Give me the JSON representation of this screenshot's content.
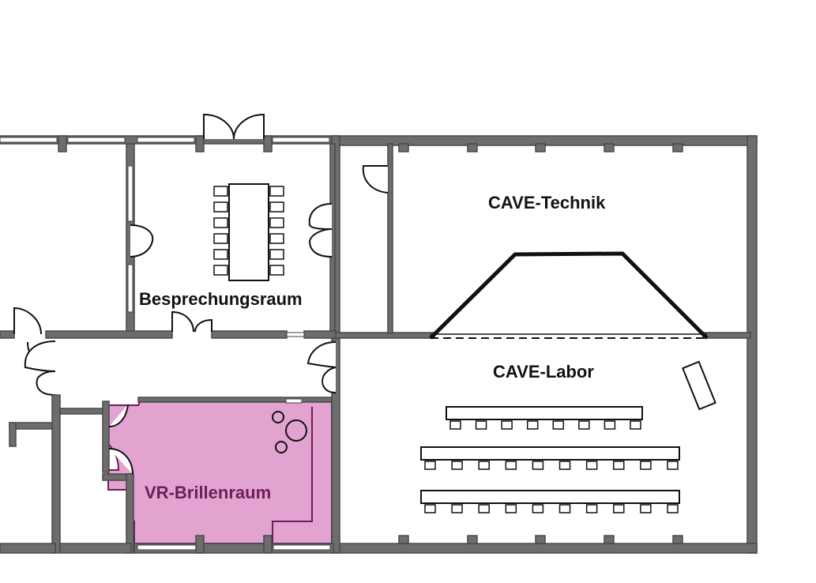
{
  "rooms": {
    "meeting": {
      "label": "Besprechungsraum"
    },
    "cave_tech": {
      "label": "CAVE-Technik"
    },
    "cave_lab": {
      "label": "CAVE-Labor"
    },
    "vr": {
      "label": "VR-Brillenraum"
    }
  },
  "colors": {
    "wall": "#6d6d6d",
    "vr_fill": "#e3a3d0",
    "vr_label": "#6b1f5b",
    "line": "#111111"
  }
}
